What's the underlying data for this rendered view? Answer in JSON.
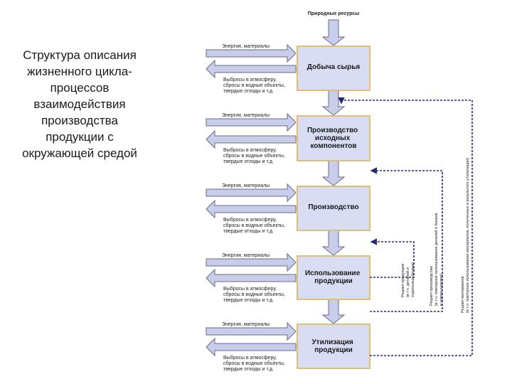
{
  "slide": {
    "title": "Структура описания жизненного цикла-процессов взаимодействия производства продукции с окружающей средой"
  },
  "diagram": {
    "top_input": "Природные ресурсы",
    "stages": [
      {
        "label_lines": [
          "Добыча сырья"
        ]
      },
      {
        "label_lines": [
          "Производство",
          "исходных",
          "компонентов"
        ]
      },
      {
        "label_lines": [
          "Производство"
        ]
      },
      {
        "label_lines": [
          "Использование",
          "продукции"
        ]
      },
      {
        "label_lines": [
          "Утилизация",
          "продукции"
        ]
      }
    ],
    "input_label": "Энергия, материалы",
    "output_label_lines": [
      "Выбросы в атмосферу,",
      "сбросы в водные объекты,",
      "твердые отходы и т.д."
    ],
    "feedback_labels": [
      {
        "lines": [
          "Рецикл продукции",
          "(в т.ч. деталей и",
          "отдельных блоков)"
        ]
      },
      {
        "lines": [
          "Рецикл производства",
          "(в т.ч. повторное использование деталей и блоков",
          "в новом изделии)"
        ]
      },
      {
        "lines": [
          "Рецикл материалов",
          "(в т.ч. повторное использование материалов, полученных в результате утилизации)"
        ]
      }
    ]
  },
  "colors": {
    "box_fill": "#d9ddf3",
    "box_border": "#e0c070",
    "arrow_fill": "#c8cdea",
    "arrow_stroke": "#6a6a8a",
    "feedback_line": "#26287a"
  }
}
